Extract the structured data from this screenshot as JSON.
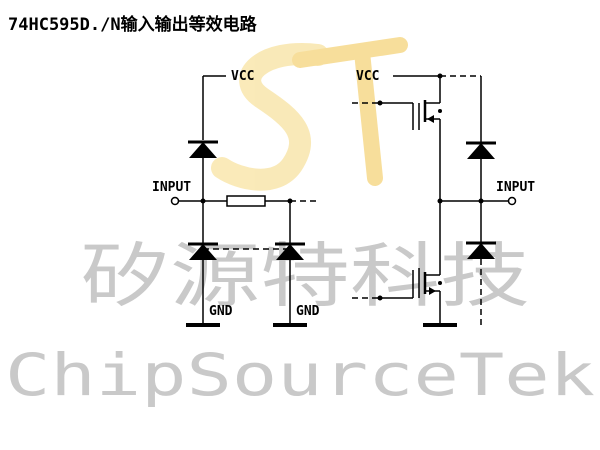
{
  "title": "74HC595D./N输入输出等效电路",
  "left_circuit": {
    "vcc_label": "VCC",
    "input_label": "INPUT",
    "gnd_label_1": "GND",
    "gnd_label_2": "GND"
  },
  "right_circuit": {
    "vcc_label": "VCC",
    "input_label": "INPUT"
  },
  "watermark": {
    "chinese": "矽源特科技",
    "english": "ChipSourceTek",
    "logo_colors": [
      "#f6dc8a",
      "#f3c95a"
    ]
  }
}
